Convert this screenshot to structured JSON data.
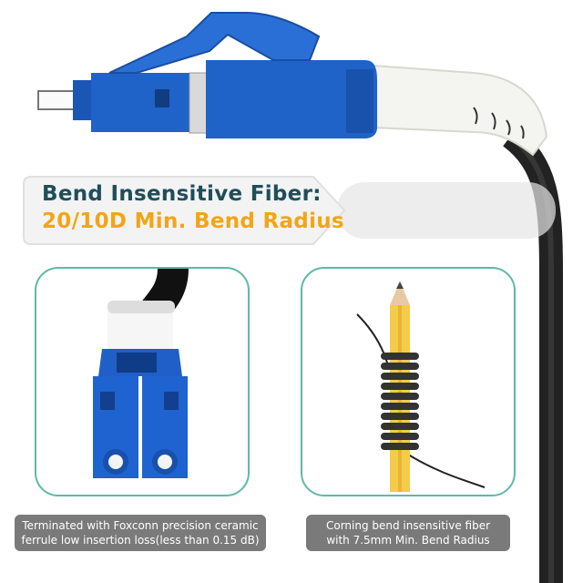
{
  "banner": {
    "line1": "Bend Insensitive Fiber:",
    "line2": "20/10D Min. Bend Radius"
  },
  "captions": {
    "left_line1": "Terminated with Foxconn precision ceramic",
    "left_line2": "ferrule low insertion loss(less than 0.15 dB)",
    "right_line1": "Corning bend insensitive fiber",
    "right_line2": "with 7.5mm Min. Bend Radius"
  },
  "colors": {
    "connector_blue": "#1f63c9",
    "banner_title": "#1f4e5a",
    "banner_accent": "#f2a516",
    "panel_border": "#5fb9a7",
    "caption_bg": "#7a7a7a"
  },
  "icons": {
    "hero": "lc-connector-with-bent-cable",
    "left_panel": "duplex-lc-connector",
    "right_panel": "fiber-wrapped-around-pencil"
  }
}
